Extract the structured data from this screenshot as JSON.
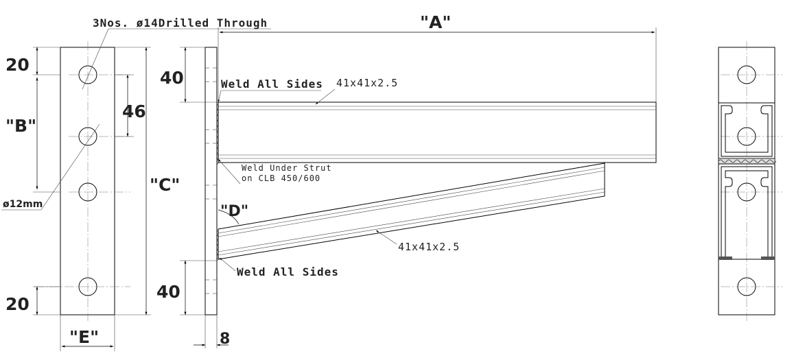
{
  "dimensions": {
    "a": "\"A\"",
    "b": "\"B\"",
    "c": "\"C\"",
    "d": "\"D\"",
    "e": "\"E\"",
    "top_edge": "20",
    "bottom_edge": "20",
    "hole_pitch": "46",
    "top_offset": "40",
    "bottom_offset": "40",
    "plate_thickness": "8"
  },
  "notes": {
    "holes": "3Nos. ø14Drilled Through",
    "slot": "ø12mm",
    "weld_top": "Weld All Sides",
    "weld_bottom": "Weld All Sides",
    "weld_under_1": "Weld Under Strut",
    "weld_under_2": "on CLB 450/600",
    "arm_profile": "41x41x2.5",
    "brace_profile": "41x41x2.5"
  }
}
